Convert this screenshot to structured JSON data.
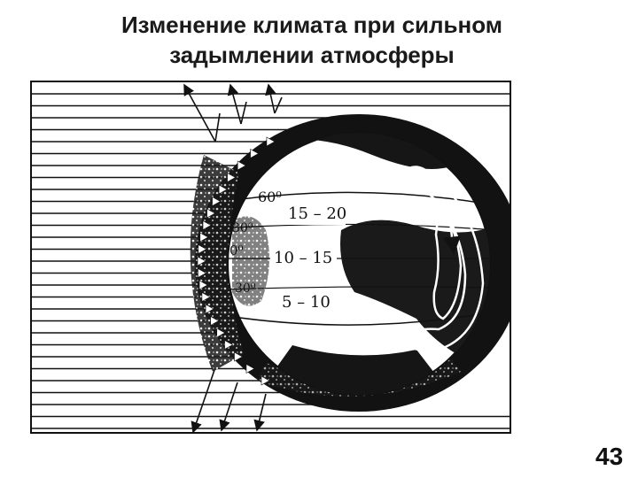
{
  "slide": {
    "title_line1": "Изменение  климата  при  сильном",
    "title_line2": "задымлении атмосферы",
    "page_number": "43"
  },
  "diagram": {
    "latitude_labels": [
      "60⁰",
      "30⁰",
      "0⁰",
      "30⁰"
    ],
    "temperature_bands": [
      "15 – 20",
      "10 – 15",
      "5 – 10"
    ],
    "icons": [
      "sun-ray-lines",
      "reflected-arrow-icons",
      "circulation-loop-arrows"
    ]
  },
  "colors": {
    "ink": "#111111",
    "background": "#ffffff"
  }
}
